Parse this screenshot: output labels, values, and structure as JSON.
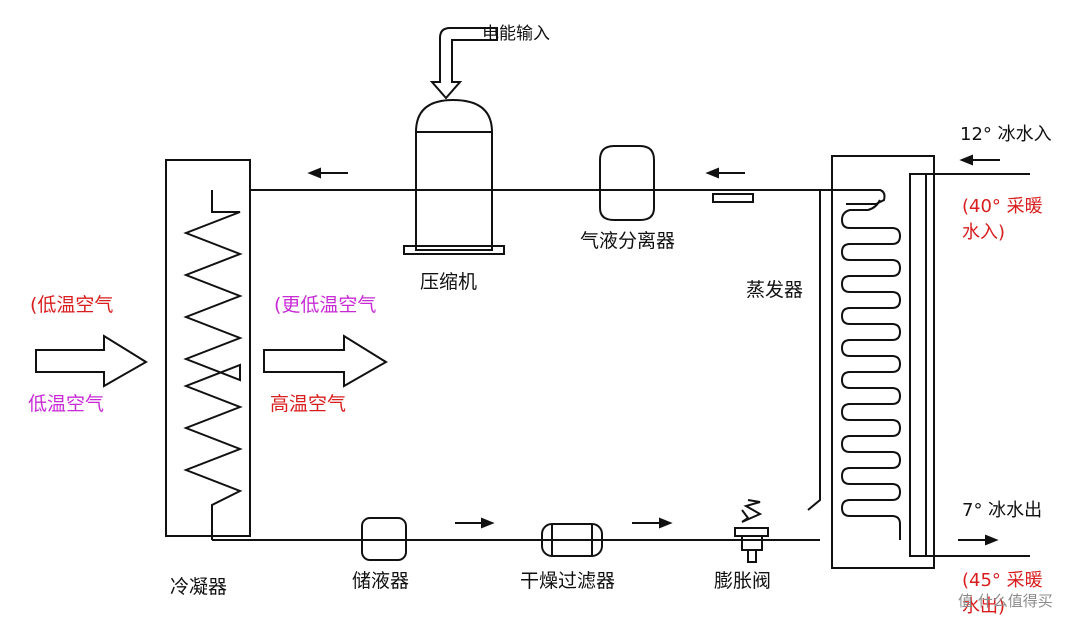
{
  "labels": {
    "power_input": "电能输入",
    "compressor": "压缩机",
    "gas_liquid_separator": "气液分离器",
    "evaporator": "蒸发器",
    "condenser": "冷凝器",
    "liquid_receiver": "储液器",
    "dry_filter": "干燥过滤器",
    "expansion_valve": "膨胀阀",
    "chilled_water_in": "12° 冰水入",
    "heating_water_in_line1": "(40° 采暖",
    "heating_water_in_line2": "水入)",
    "chilled_water_out": "7° 冰水出",
    "heating_water_out_line1": "(45° 采暖",
    "heating_water_out_line2": "水出)",
    "low_temp_air_heating": "(低温空气",
    "lower_temp_air_heating": "(更低温空气",
    "low_temp_air": "低温空气",
    "high_temp_air": "高温空气",
    "watermark": "值 什么值得买"
  },
  "colors": {
    "line": "#111111",
    "heating_text": "#d81e1e",
    "air_text": "#c82bd6",
    "watermark": "#8c8c8c"
  }
}
